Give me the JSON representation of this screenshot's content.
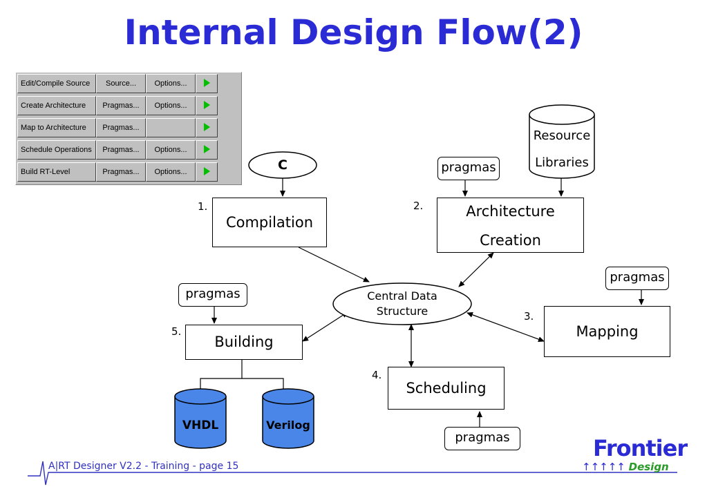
{
  "title": "Internal Design Flow(2)",
  "toolbar": {
    "rows": [
      {
        "label": "Edit/Compile Source",
        "btn1": "Source...",
        "btn2": "Options..."
      },
      {
        "label": "Create Architecture",
        "btn1": "Pragmas...",
        "btn2": "Options..."
      },
      {
        "label": "Map to Architecture",
        "btn1": "Pragmas...",
        "btn2": ""
      },
      {
        "label": "Schedule Operations",
        "btn1": "Pragmas...",
        "btn2": "Options..."
      },
      {
        "label": "Build RT-Level",
        "btn1": "Pragmas...",
        "btn2": "Options..."
      }
    ],
    "run_icon": "green-play-triangle"
  },
  "diagram": {
    "c_input": "C",
    "resource": {
      "line1": "Resource",
      "line2": "Libraries"
    },
    "pragmas": "pragmas",
    "steps": {
      "compilation": {
        "num": "1.",
        "label": "Compilation"
      },
      "architecture": {
        "num": "2.",
        "line1": "Architecture",
        "line2": "Creation"
      },
      "mapping": {
        "num": "3.",
        "label": "Mapping"
      },
      "scheduling": {
        "num": "4.",
        "label": "Scheduling"
      },
      "building": {
        "num": "5.",
        "label": "Building"
      }
    },
    "central": {
      "line1": "Central Data",
      "line2": "Structure"
    },
    "outputs": {
      "vhdl": "VHDL",
      "verilog": "Verilog"
    },
    "colors": {
      "title": "#2b2bd6",
      "cylinder_fill": "#4a86e8",
      "footer_line": "#3030c0"
    }
  },
  "footer": {
    "text": "A|RT Designer V2.2  - Training - page 15"
  },
  "logo": {
    "name": "Frontier",
    "sub": "Design",
    "arrows": "↑↑↑↑↑"
  }
}
